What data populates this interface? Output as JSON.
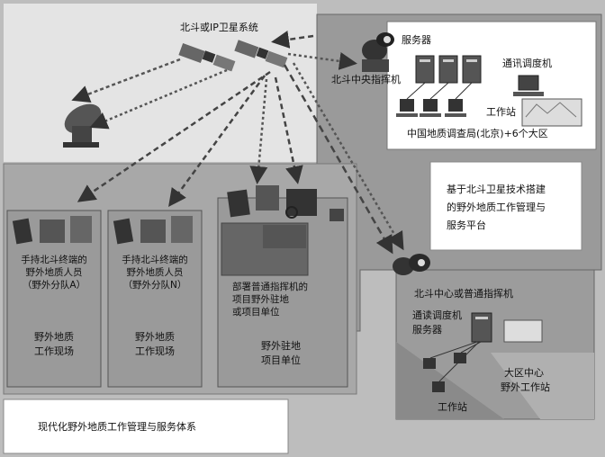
{
  "satellite": {
    "label": "北斗或IP卫星系统"
  },
  "central": {
    "command_label": "北斗中央指挥机",
    "servers_label": "服务器",
    "dispatch_label": "通讯调度机",
    "workstation_label": "工作站",
    "caption": "中国地质调查局(北京)+6个大区"
  },
  "platform": {
    "lines": [
      "基于北斗卫星技术搭建",
      "的野外地质工作管理与",
      "服务平台"
    ]
  },
  "team_a": {
    "lines": [
      "手持北斗终端的",
      "野外地质人员",
      "（野外分队A）"
    ],
    "site": [
      "野外地质",
      "工作现场"
    ]
  },
  "team_n": {
    "lines": [
      "手持北斗终端的",
      "野外地质人员",
      "（野外分队N）"
    ],
    "site": [
      "野外地质",
      "工作现场"
    ]
  },
  "project": {
    "lines": [
      "部署普通指挥机的",
      "项目野外驻地",
      "或项目单位"
    ],
    "site": [
      "野外驻地",
      "项目单位"
    ]
  },
  "regional": {
    "command_label": "北斗中心或普通指挥机",
    "server_lines": [
      "通读调度机",
      "服务器"
    ],
    "workstation_label": "工作站",
    "center_lines": [
      "大区中心",
      "野外工作站"
    ]
  },
  "bottom": {
    "label": "现代化野外地质工作管理与服务体系"
  },
  "colors": {
    "outer": "#bdbdbd",
    "panel_mid": "#a3a3a3",
    "panel_dark": "#8f8f8f",
    "light": "#ffffff",
    "stroke": "#555555"
  }
}
